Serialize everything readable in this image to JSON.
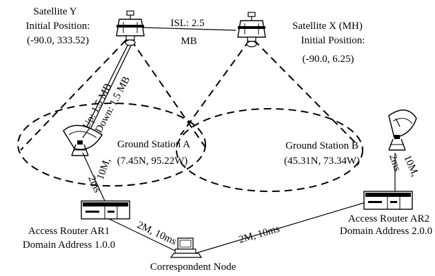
{
  "satellite_y": {
    "name": "Satellite Y",
    "initial_position_label": "Initial Position:",
    "coords": "(-90.0, 333.52)"
  },
  "satellite_x": {
    "name": "Satellite X (MH)",
    "initial_position_label": "Initial Position:",
    "coords": "(-90.0, 6.25)"
  },
  "isl_link": {
    "line1": "ISL: 2.5",
    "line2": "MB"
  },
  "uplink": {
    "up": "Up: 1.5 MB",
    "down": "Down: 1.5 MB"
  },
  "ground_station_a": {
    "name": "Ground Station A",
    "coords": "(7.45N, 95.22W)"
  },
  "ground_station_b": {
    "name": "Ground Station B",
    "coords": "(45.31N, 73.34W)"
  },
  "link_gs_a_ar1": {
    "bandwidth": "10M,",
    "delay": "2ms"
  },
  "link_gs_b_ar2": {
    "bandwidth": "10M,",
    "delay": "2ms"
  },
  "link_ar1_cn": {
    "label": "2M, 10ms"
  },
  "link_cn_ar2": {
    "label": "2M, 10ms"
  },
  "access_router_1": {
    "name": "Access Router AR1",
    "domain": "Domain Address 1.0.0"
  },
  "access_router_2": {
    "name": "Access Router AR2",
    "domain": "Domain Address 2.0.0"
  },
  "correspondent_node": {
    "name": "Correspondent Node"
  }
}
